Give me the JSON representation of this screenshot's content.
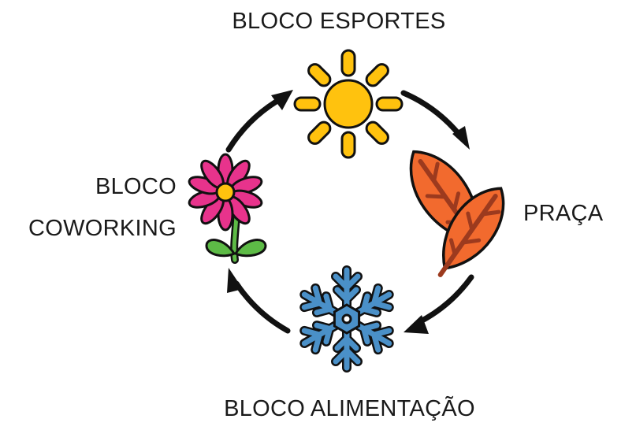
{
  "stages": {
    "top": {
      "label": "BLOCO ESPORTES",
      "icon": "sun-icon"
    },
    "right": {
      "label": "PRAÇA",
      "icon": "leaves-icon"
    },
    "bottom": {
      "label": "BLOCO ALIMENTAÇÃO",
      "icon": "snowflake-icon"
    },
    "left": {
      "label_line1": "BLOCO",
      "label_line2": "COWORKING",
      "icon": "flower-icon"
    }
  },
  "colors": {
    "arrow": "#111111",
    "sun": "#FFC20E",
    "leaf": "#F26A2E",
    "leaf_vein": "#9C3A1E",
    "snowflake": "#4A90C8",
    "flower_petal": "#E8338C",
    "flower_center": "#FFC20E",
    "stem": "#5DBB46",
    "outline": "#111111"
  }
}
